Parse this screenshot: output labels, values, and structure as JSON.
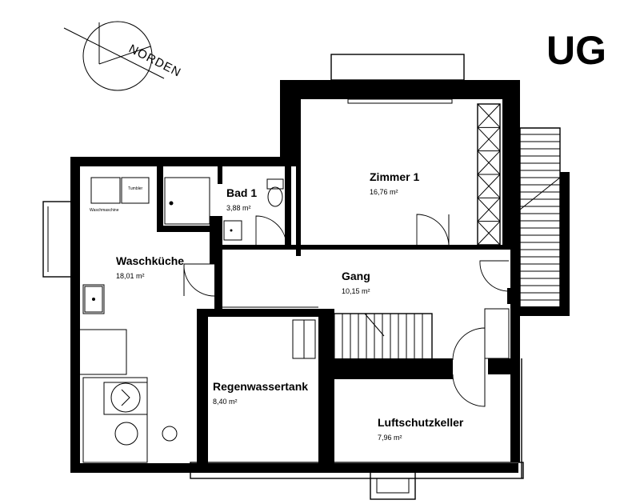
{
  "floor_label": "UG",
  "compass": {
    "label": "NORDEN"
  },
  "rooms": [
    {
      "id": "zimmer1",
      "name": "Zimmer 1",
      "area": "16,76 m²"
    },
    {
      "id": "bad1",
      "name": "Bad 1",
      "area": "3,88 m²"
    },
    {
      "id": "waschkueche",
      "name": "Waschküche",
      "area": "18,01 m²"
    },
    {
      "id": "gang",
      "name": "Gang",
      "area": "10,15 m²"
    },
    {
      "id": "regenwassertank",
      "name": "Regenwassertank",
      "area": "8,40 m²"
    },
    {
      "id": "luftschutzkeller",
      "name": "Luftschutzkeller",
      "area": "7,96 m²"
    }
  ],
  "fixtures": {
    "washer_label": "Waschmaschine",
    "dryer_label": "Tumbler"
  }
}
